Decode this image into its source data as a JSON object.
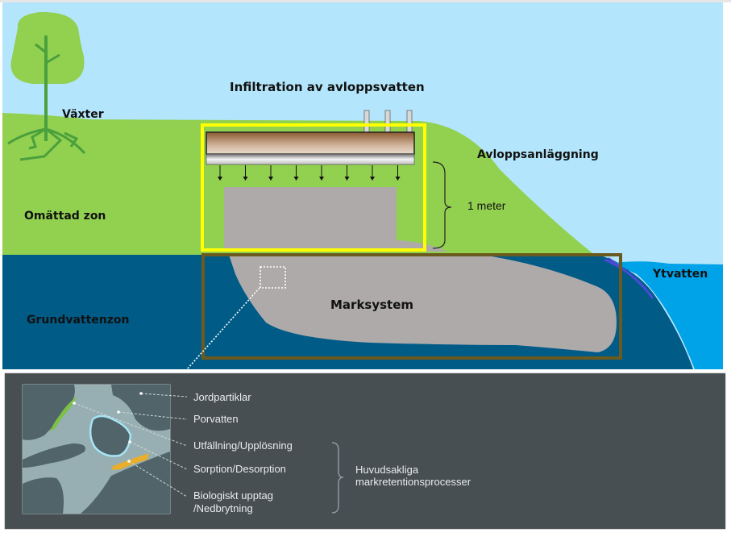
{
  "diagram": {
    "title": "Infiltration av avloppsvatten",
    "labels": {
      "plants": "Växter",
      "facility": "Avloppsanläggning",
      "unsaturated_zone": "Omättad zon",
      "groundwater_zone": "Grundvattenzon",
      "soil_system": "Marksystem",
      "surface_water": "Ytvatten",
      "distance": "1 meter"
    },
    "inset": {
      "items": [
        {
          "label": "Jordpartiklar"
        },
        {
          "label": "Porvatten"
        },
        {
          "label": "Utfällning/Upplösning"
        },
        {
          "label": "Sorption/Desorption"
        },
        {
          "label": "Biologiskt upptag",
          "label2": "/Nedbrytning"
        }
      ],
      "group_label_line1": "Huvudsakliga",
      "group_label_line2": "markretentionsprocesser"
    },
    "colors": {
      "sky": "#b3e6fc",
      "grass": "#92d050",
      "groundwater": "#005b87",
      "surface_water": "#00a2e8",
      "plume": "#aeaaaa",
      "highlight_box": "#ffff00",
      "soil_box": "#6b5a1e",
      "inset_bg": "#474f52",
      "particle": "#50646a",
      "porewater": "#97afb3"
    }
  }
}
